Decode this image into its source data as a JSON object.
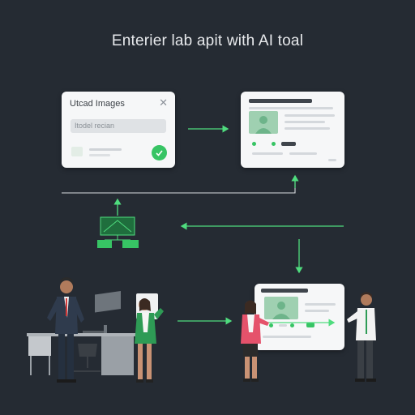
{
  "header": {
    "title": "Enterier lab apit with AI toal"
  },
  "upload_dialog": {
    "title": "Utcad Images",
    "field_placeholder": "Itodel recian",
    "close_icon": "close-icon",
    "confirm_icon": "check-icon"
  },
  "colors": {
    "background": "#252b33",
    "accent": "#37c464",
    "card": "#f6f7f8",
    "arrow": "#4fdc7e"
  }
}
